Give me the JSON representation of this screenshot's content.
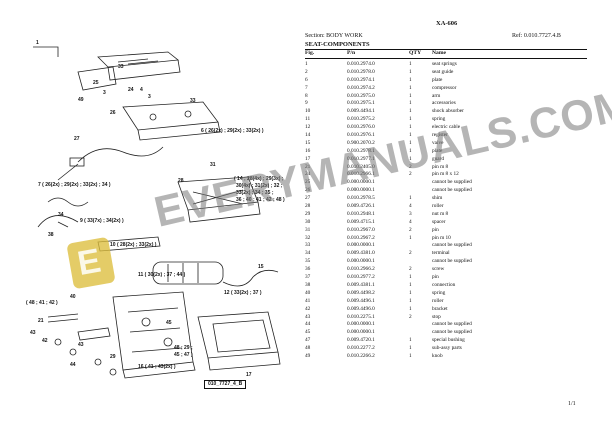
{
  "header": {
    "doc_id": "XA-606",
    "section": "Section: BODY WORK",
    "ref": "Ref: 0.010.7727.4.B",
    "subtitle": "SEAT-COMPONENTS"
  },
  "table": {
    "columns": [
      "Fig.",
      "P/n",
      "QTY",
      "Name"
    ],
    "rows": [
      [
        "1",
        "0.010.2974.0",
        "1",
        "seat springs"
      ],
      [
        "2",
        "0.010.2978.0",
        "1",
        "seat guide"
      ],
      [
        "6",
        "0.010.2974.1",
        "1",
        "plate"
      ],
      [
        "7",
        "0.010.2974.2",
        "1",
        "compressor"
      ],
      [
        "8",
        "0.010.2975.0",
        "1",
        "arm"
      ],
      [
        "9",
        "0.010.2975.1",
        "1",
        "accessories"
      ],
      [
        "10",
        "0.009.4494.1",
        "1",
        "shock absorber"
      ],
      [
        "11",
        "0.010.2975.2",
        "1",
        "spring"
      ],
      [
        "12",
        "0.010.2976.0",
        "1",
        "electric cable"
      ],
      [
        "14",
        "0.010.2976.1",
        "1",
        "register"
      ],
      [
        "15",
        "0.900.2070.2",
        "1",
        "valve"
      ],
      [
        "16",
        "0.010.2978.1",
        "1",
        "plate"
      ],
      [
        "17",
        "0.010.2977.1",
        "1",
        "guard"
      ],
      [
        "21",
        "0.010.2405.0",
        "2",
        "pin m 8"
      ],
      [
        "24",
        "0.010.2966.1",
        "2",
        "pin m 8 x 12"
      ],
      [
        "25",
        "0.000.0000.1",
        "",
        "cannot be supplied"
      ],
      [
        "26",
        "0.000.0000.1",
        "",
        "cannot be supplied"
      ],
      [
        "27",
        "0.010.2978.5",
        "1",
        "shim"
      ],
      [
        "28",
        "0.009.4726.1",
        "4",
        "roller"
      ],
      [
        "29",
        "0.010.2948.1",
        "3",
        "nut m 8"
      ],
      [
        "30",
        "0.009.4715.1",
        "4",
        "spacer"
      ],
      [
        "31",
        "0.010.2967.0",
        "2",
        "pin"
      ],
      [
        "32",
        "0.010.2967.2",
        "1",
        "pin m 10"
      ],
      [
        "33",
        "0.000.0000.1",
        "",
        "cannot be supplied"
      ],
      [
        "34",
        "0.009.4381.0",
        "2",
        "terminal"
      ],
      [
        "35",
        "0.000.0000.1",
        "",
        "cannot be supplied"
      ],
      [
        "36",
        "0.010.2966.2",
        "2",
        "screw"
      ],
      [
        "37",
        "0.010.2977.2",
        "1",
        "pin"
      ],
      [
        "38",
        "0.009.4381.1",
        "1",
        "connection"
      ],
      [
        "40",
        "0.009.4498.2",
        "1",
        "spring"
      ],
      [
        "41",
        "0.009.4496.1",
        "1",
        "roller"
      ],
      [
        "42",
        "0.009.4496.0",
        "1",
        "bracket"
      ],
      [
        "43",
        "0.010.2275.1",
        "2",
        "stop"
      ],
      [
        "44",
        "0.000.0000.1",
        "",
        "cannot be supplied"
      ],
      [
        "45",
        "0.000.0000.1",
        "",
        "cannot be supplied"
      ],
      [
        "47",
        "0.009.4720.1",
        "1",
        "special bushing"
      ],
      [
        "48",
        "0.010.2277.2",
        "1",
        "sub-assy parts"
      ],
      [
        "49",
        "0.010.2266.2",
        "1",
        "knob"
      ]
    ]
  },
  "diagram": {
    "callouts": [
      "1",
      "33",
      "25",
      "24",
      "4",
      "3",
      "3",
      "49",
      "26",
      "33",
      "6 ( 26(2x) ; 29(2x) ; 33(2x) )",
      "27",
      "7 ( 26(2x) ; 29(2x) ; 33(2x) ; 34 )",
      "31",
      "28",
      "( 14 ; 28(4x) ; 29(3x) ;",
      "30(4x) ; 31(2x) ; 32 ;",
      "33(2x) ; 34 ; 35 ;",
      "36 ; 40 ; 41 ; 42 ; 48 )",
      "34",
      "9 ( 33(7x) ; 34(2x) )",
      "38",
      "10 ( 28(2x) ; 33(2x) )",
      "11 ( 30(2x) ; 37 ; 44 )",
      "15",
      "12 ( 33(2x) ; 37 )",
      "( 48 ; 41 ; 42 )",
      "40",
      "45",
      "21",
      "43",
      "42",
      "43",
      "48 ; 29 ;",
      "45 ; 47 )",
      "29",
      "44",
      "16 ( 41 ; 43(2x) )",
      "17"
    ],
    "drawing_ref": "010_7727_4_B",
    "watermark": "EVERYMANUALS.COM"
  },
  "footer": {
    "page": "1/1"
  }
}
